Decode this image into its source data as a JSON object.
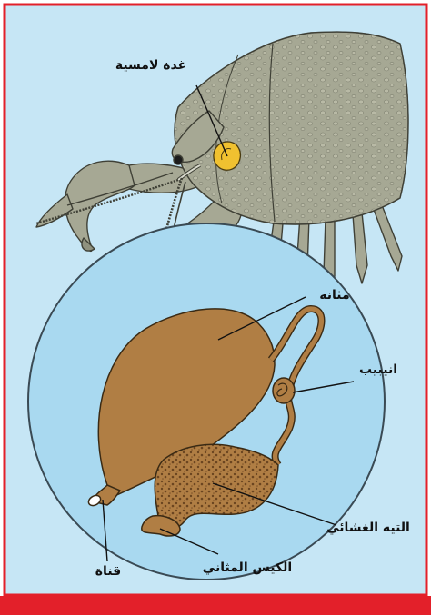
{
  "figure": {
    "labels": {
      "green_gland": "غدة لامسية",
      "bladder": "مثانة",
      "tubule": "انيبيب",
      "labyrinth": "التيه الغشائي",
      "end_sac": "الكيس المثاني",
      "duct": "قناة"
    }
  },
  "colors": {
    "frame_red": "#e3202a",
    "panel_blue": "#c6e6f5",
    "circle_blue": "#a9d9f0",
    "organ_brown": "#b07e44",
    "crayfish_gray": "#9a9c88"
  }
}
